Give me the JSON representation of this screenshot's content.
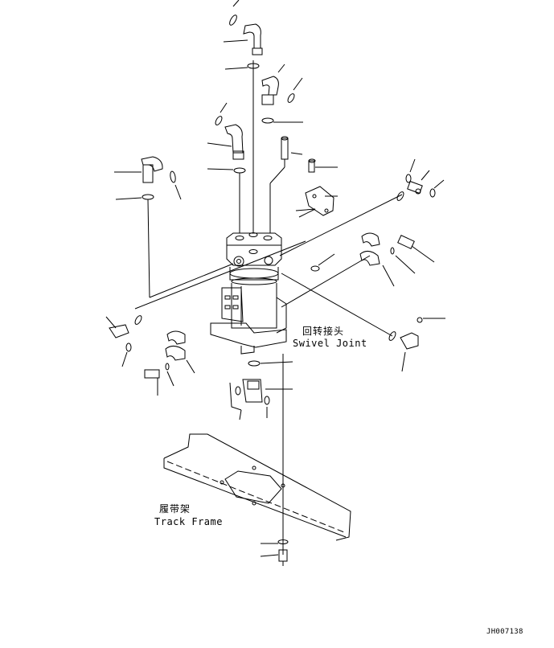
{
  "labels": {
    "swivel_joint_cn": "回转接头",
    "swivel_joint_en": "Swivel Joint",
    "track_frame_cn": "履带架",
    "track_frame_en": "Track Frame"
  },
  "drawing_code": "JH007138"
}
